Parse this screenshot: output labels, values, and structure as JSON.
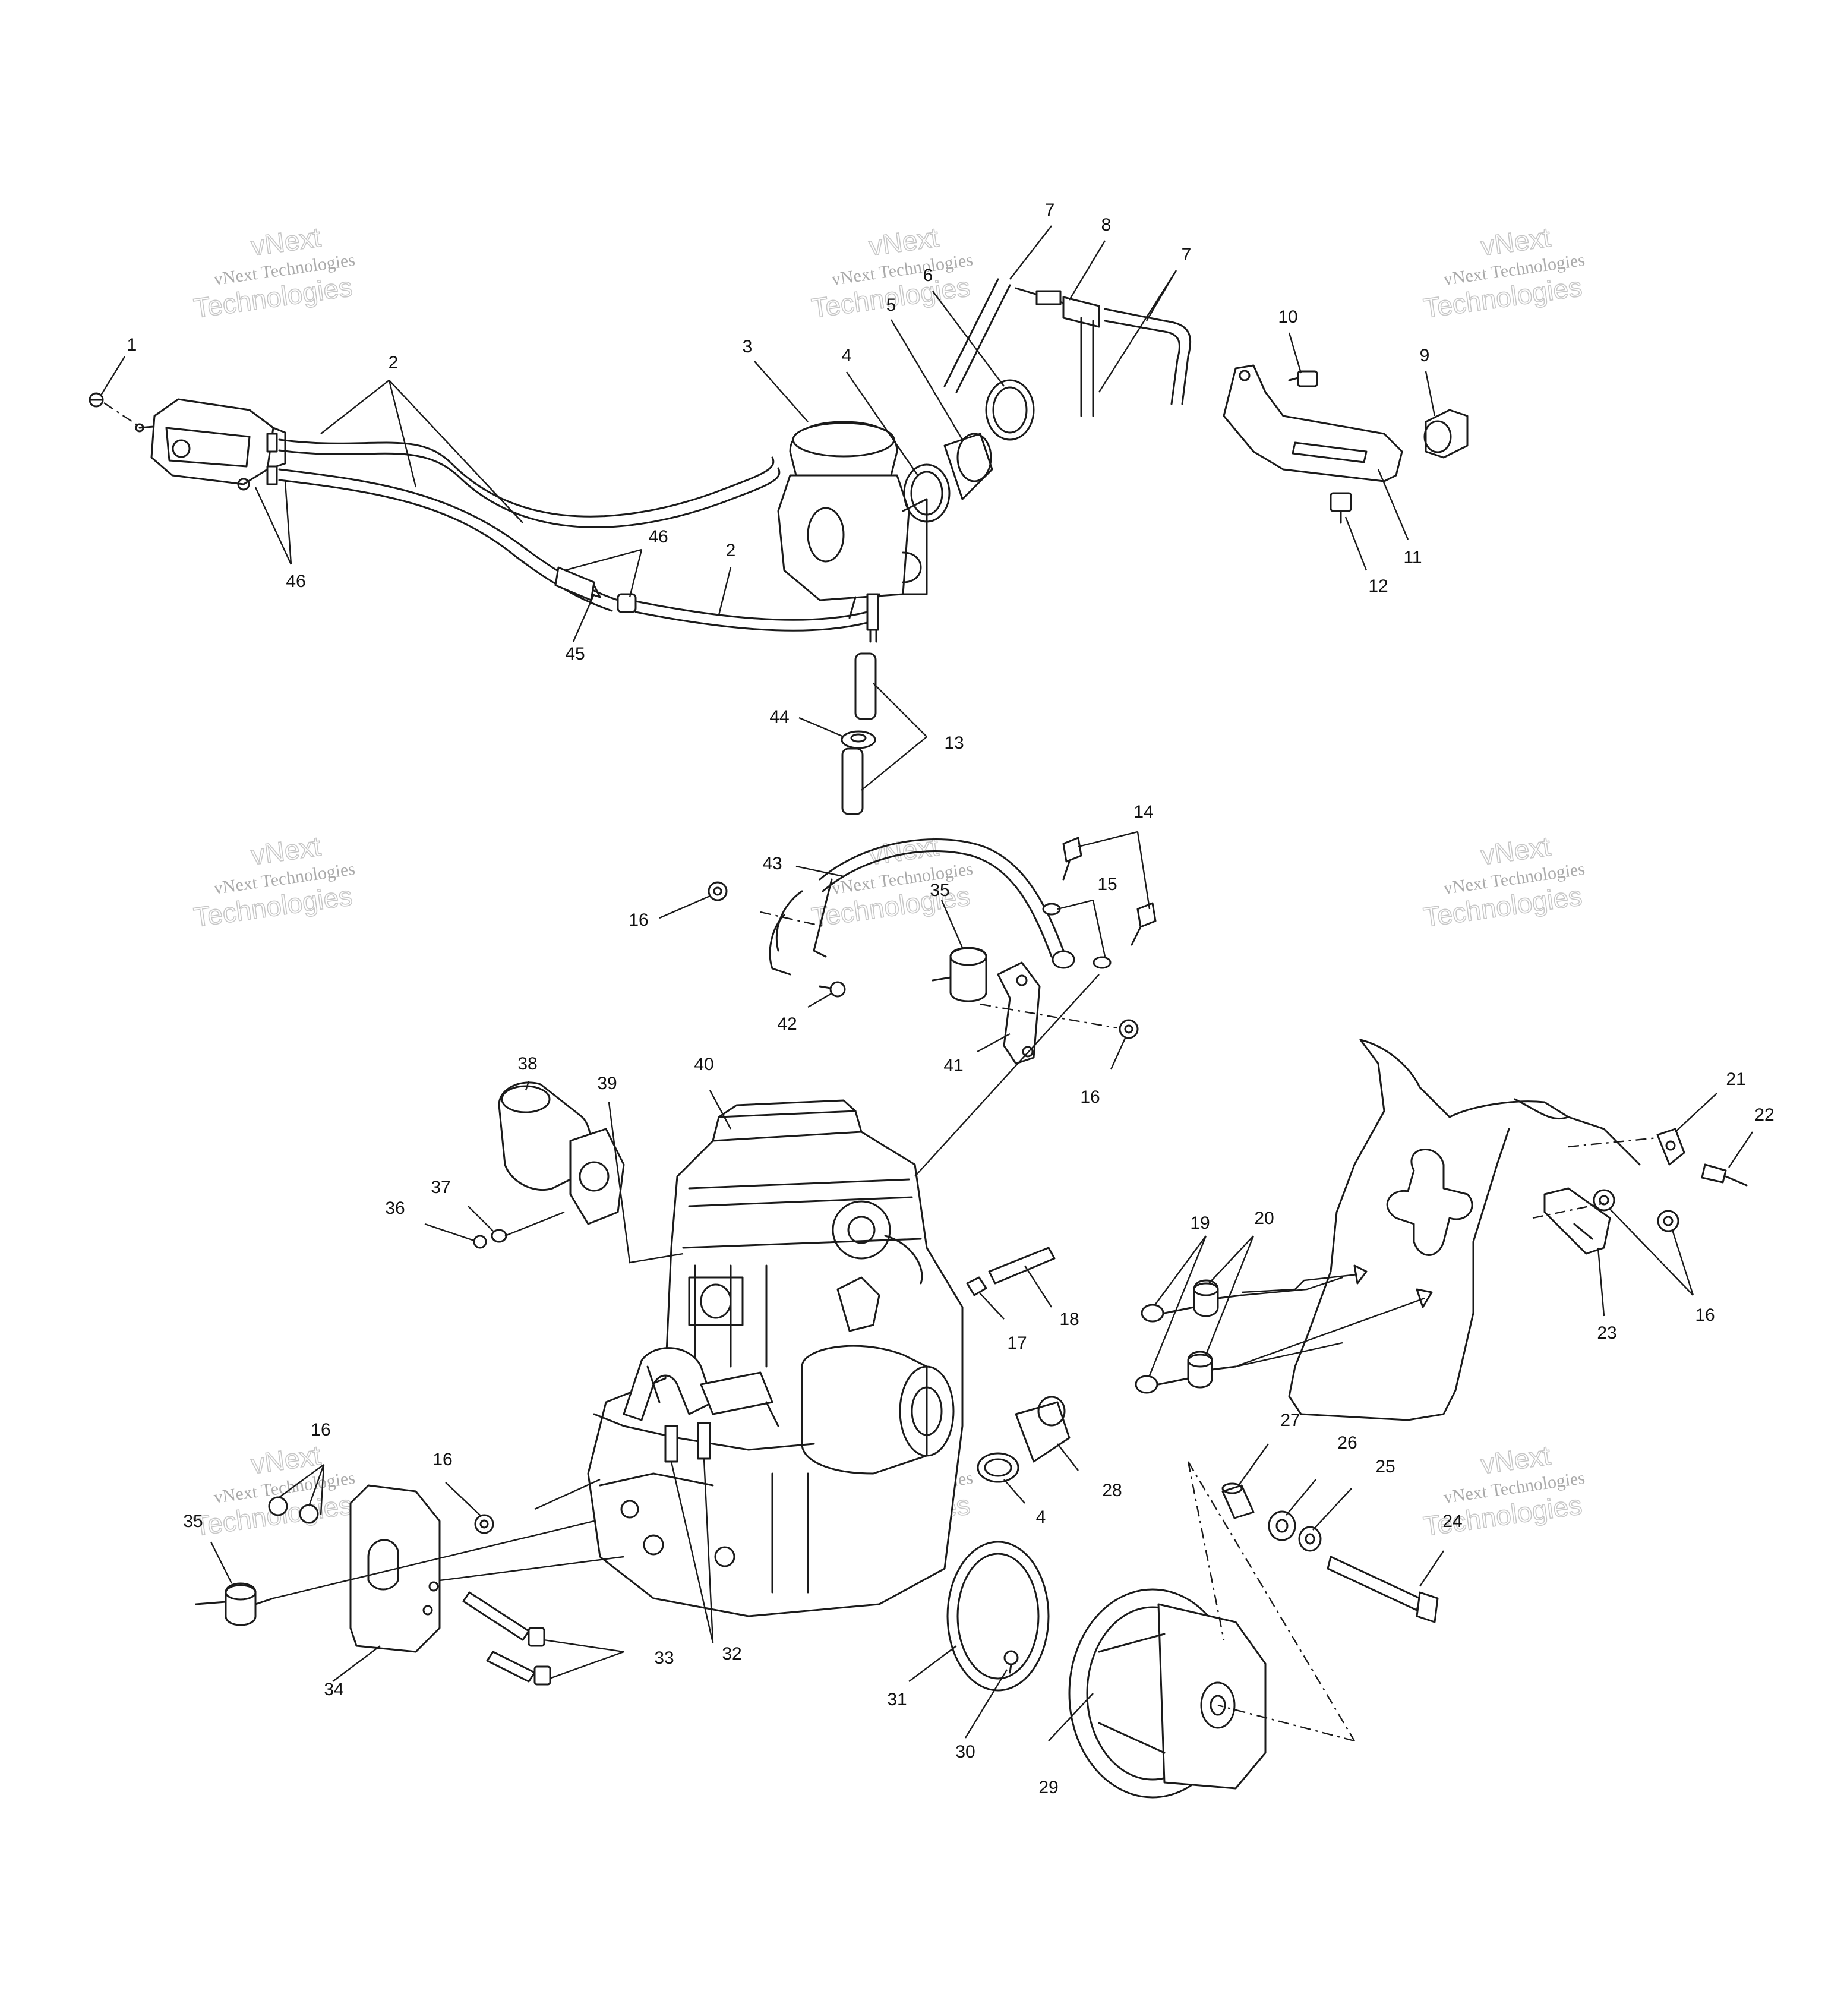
{
  "watermark": {
    "brand_line": "vNext Technologies",
    "big_line_1": "vNext",
    "big_line_2": "Technologies"
  },
  "callouts": [
    {
      "id": "c1",
      "text": "1"
    },
    {
      "id": "c2a",
      "text": "2"
    },
    {
      "id": "c2b",
      "text": "2"
    },
    {
      "id": "c3",
      "text": "3"
    },
    {
      "id": "c4a",
      "text": "4"
    },
    {
      "id": "c4b",
      "text": "4"
    },
    {
      "id": "c5",
      "text": "5"
    },
    {
      "id": "c6",
      "text": "6"
    },
    {
      "id": "c7a",
      "text": "7"
    },
    {
      "id": "c7b",
      "text": "7"
    },
    {
      "id": "c8",
      "text": "8"
    },
    {
      "id": "c9",
      "text": "9"
    },
    {
      "id": "c10",
      "text": "10"
    },
    {
      "id": "c11",
      "text": "11"
    },
    {
      "id": "c12",
      "text": "12"
    },
    {
      "id": "c13",
      "text": "13"
    },
    {
      "id": "c14",
      "text": "14"
    },
    {
      "id": "c15",
      "text": "15"
    },
    {
      "id": "c16a",
      "text": "16"
    },
    {
      "id": "c16b",
      "text": "16"
    },
    {
      "id": "c16c",
      "text": "16"
    },
    {
      "id": "c16d",
      "text": "16"
    },
    {
      "id": "c16e",
      "text": "16"
    },
    {
      "id": "c17",
      "text": "17"
    },
    {
      "id": "c18",
      "text": "18"
    },
    {
      "id": "c19",
      "text": "19"
    },
    {
      "id": "c20",
      "text": "20"
    },
    {
      "id": "c21",
      "text": "21"
    },
    {
      "id": "c22",
      "text": "22"
    },
    {
      "id": "c23",
      "text": "23"
    },
    {
      "id": "c24",
      "text": "24"
    },
    {
      "id": "c25",
      "text": "25"
    },
    {
      "id": "c26",
      "text": "26"
    },
    {
      "id": "c27",
      "text": "27"
    },
    {
      "id": "c28",
      "text": "28"
    },
    {
      "id": "c29",
      "text": "29"
    },
    {
      "id": "c30",
      "text": "30"
    },
    {
      "id": "c31",
      "text": "31"
    },
    {
      "id": "c32",
      "text": "32"
    },
    {
      "id": "c33",
      "text": "33"
    },
    {
      "id": "c34",
      "text": "34"
    },
    {
      "id": "c35a",
      "text": "35"
    },
    {
      "id": "c35b",
      "text": "35"
    },
    {
      "id": "c36",
      "text": "36"
    },
    {
      "id": "c37",
      "text": "37"
    },
    {
      "id": "c38",
      "text": "38"
    },
    {
      "id": "c39",
      "text": "39"
    },
    {
      "id": "c40",
      "text": "40"
    },
    {
      "id": "c41",
      "text": "41"
    },
    {
      "id": "c42",
      "text": "42"
    },
    {
      "id": "c43",
      "text": "43"
    },
    {
      "id": "c44",
      "text": "44"
    },
    {
      "id": "c45",
      "text": "45"
    },
    {
      "id": "c46a",
      "text": "46"
    },
    {
      "id": "c46b",
      "text": "46"
    }
  ]
}
